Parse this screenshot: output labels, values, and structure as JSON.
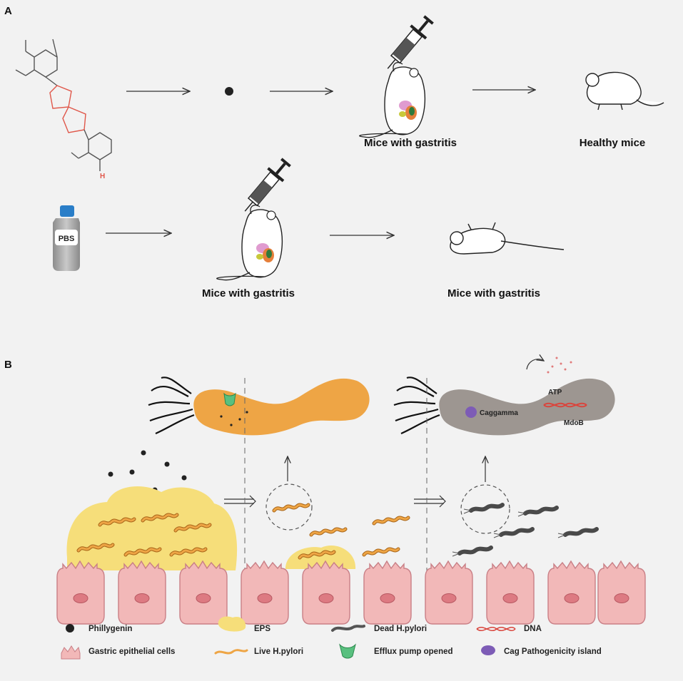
{
  "panels": {
    "a": "A",
    "b": "B"
  },
  "panel_a": {
    "row1_captions": [
      "Mice with gastritis",
      "Healthy mice"
    ],
    "pbs_label": "PBS",
    "row2_captions": [
      "Mice with gastritis",
      "Mice with gastritis"
    ],
    "molecule_atom_label": "H"
  },
  "panel_b": {
    "atp_label": "ATP",
    "caggamma_label": "Caggamma",
    "mdob_label": "MdoB"
  },
  "legend": [
    {
      "key": "phillygenin",
      "label": "Phillygenin",
      "icon": "black-dot"
    },
    {
      "key": "eps",
      "label": "EPS",
      "icon": "yellow-blob"
    },
    {
      "key": "dead",
      "label": "Dead H.pylori",
      "icon": "gray-rod"
    },
    {
      "key": "dna",
      "label": "DNA",
      "icon": "double-helix"
    },
    {
      "key": "gastric",
      "label": "Gastric epithelial cells",
      "icon": "pink-cell"
    },
    {
      "key": "live",
      "label": "Live H.pylori",
      "icon": "orange-rod"
    },
    {
      "key": "efflux",
      "label": "Efflux pump opened",
      "icon": "green-pump"
    },
    {
      "key": "cag",
      "label": "Cag Pathogenicity island",
      "icon": "purple-protein"
    }
  ],
  "colors": {
    "background": "#f2f2f2",
    "eps": "#f6de7a",
    "live_bacterium": "#eea545",
    "dead_bacterium": "#9d9691",
    "epithelium": "#f2b8b8",
    "nucleus": "#dd7a82",
    "dna": "#d9453d",
    "pump": "#59c07f",
    "cag": "#7d5cb6",
    "pbs_cap": "#2a7ec8"
  }
}
